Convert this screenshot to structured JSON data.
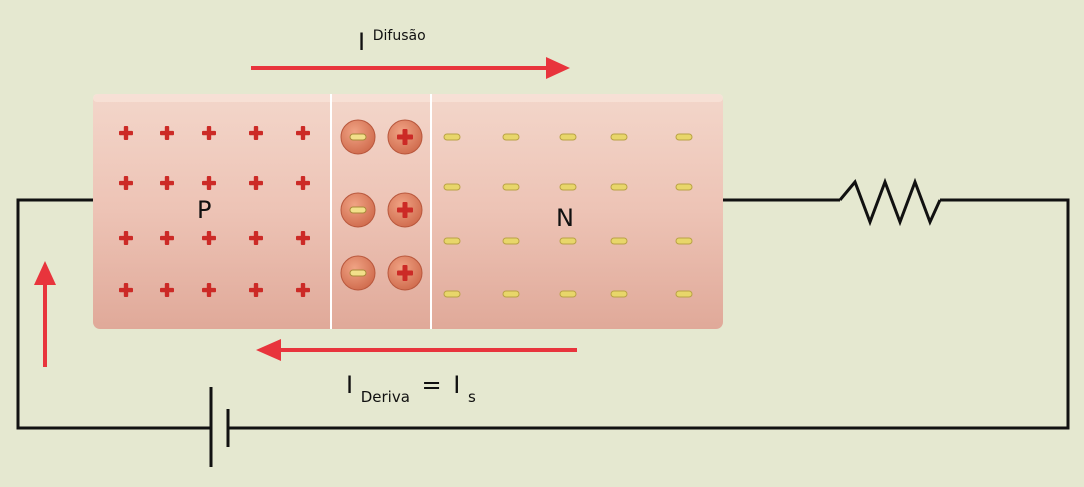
{
  "labels": {
    "region_p": "P",
    "region_n": "N",
    "diffusion_main": "I",
    "diffusion_sub": "Difusão",
    "drift_main": "I",
    "drift_sub": "Deriva",
    "equals": "=",
    "saturation_main": "I",
    "saturation_sub": "s"
  },
  "colors": {
    "background": "#e5e8d0",
    "junction_body": "#edc3b5",
    "arrow": "#e8343c",
    "wire": "#111111",
    "plus_sign": "#cc2a26",
    "ion": "#d9785a",
    "minus_sign": "#f2e08a",
    "electron": "#e8d66a"
  },
  "icons": {
    "resistor": "resistor-icon",
    "battery": "battery-icon",
    "hole": "plus-sign",
    "electron": "minus-sign",
    "negative_ion": "negative-ion-icon",
    "positive_ion": "positive-ion-icon"
  }
}
